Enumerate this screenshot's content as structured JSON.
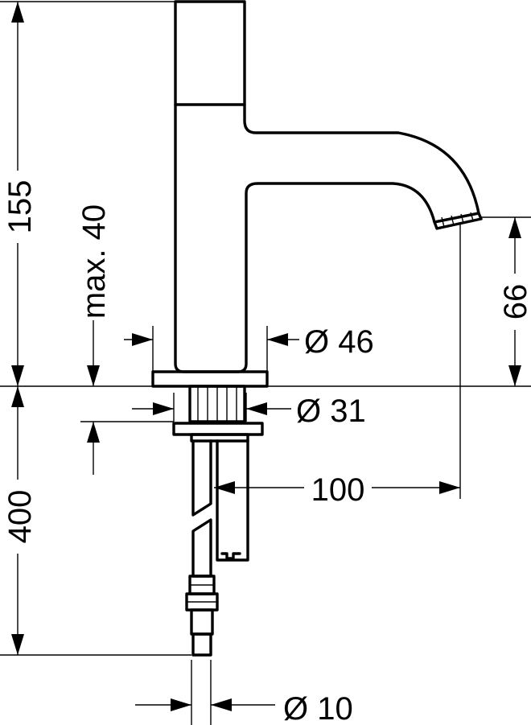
{
  "dimensions": {
    "height_total": "155",
    "max_depth": "max. 40",
    "spout_height": "66",
    "diameter_base": "Ø 46",
    "diameter_shank": "Ø 31",
    "length_hoses": "400",
    "spout_reach": "100",
    "diameter_hose": "Ø 10"
  }
}
